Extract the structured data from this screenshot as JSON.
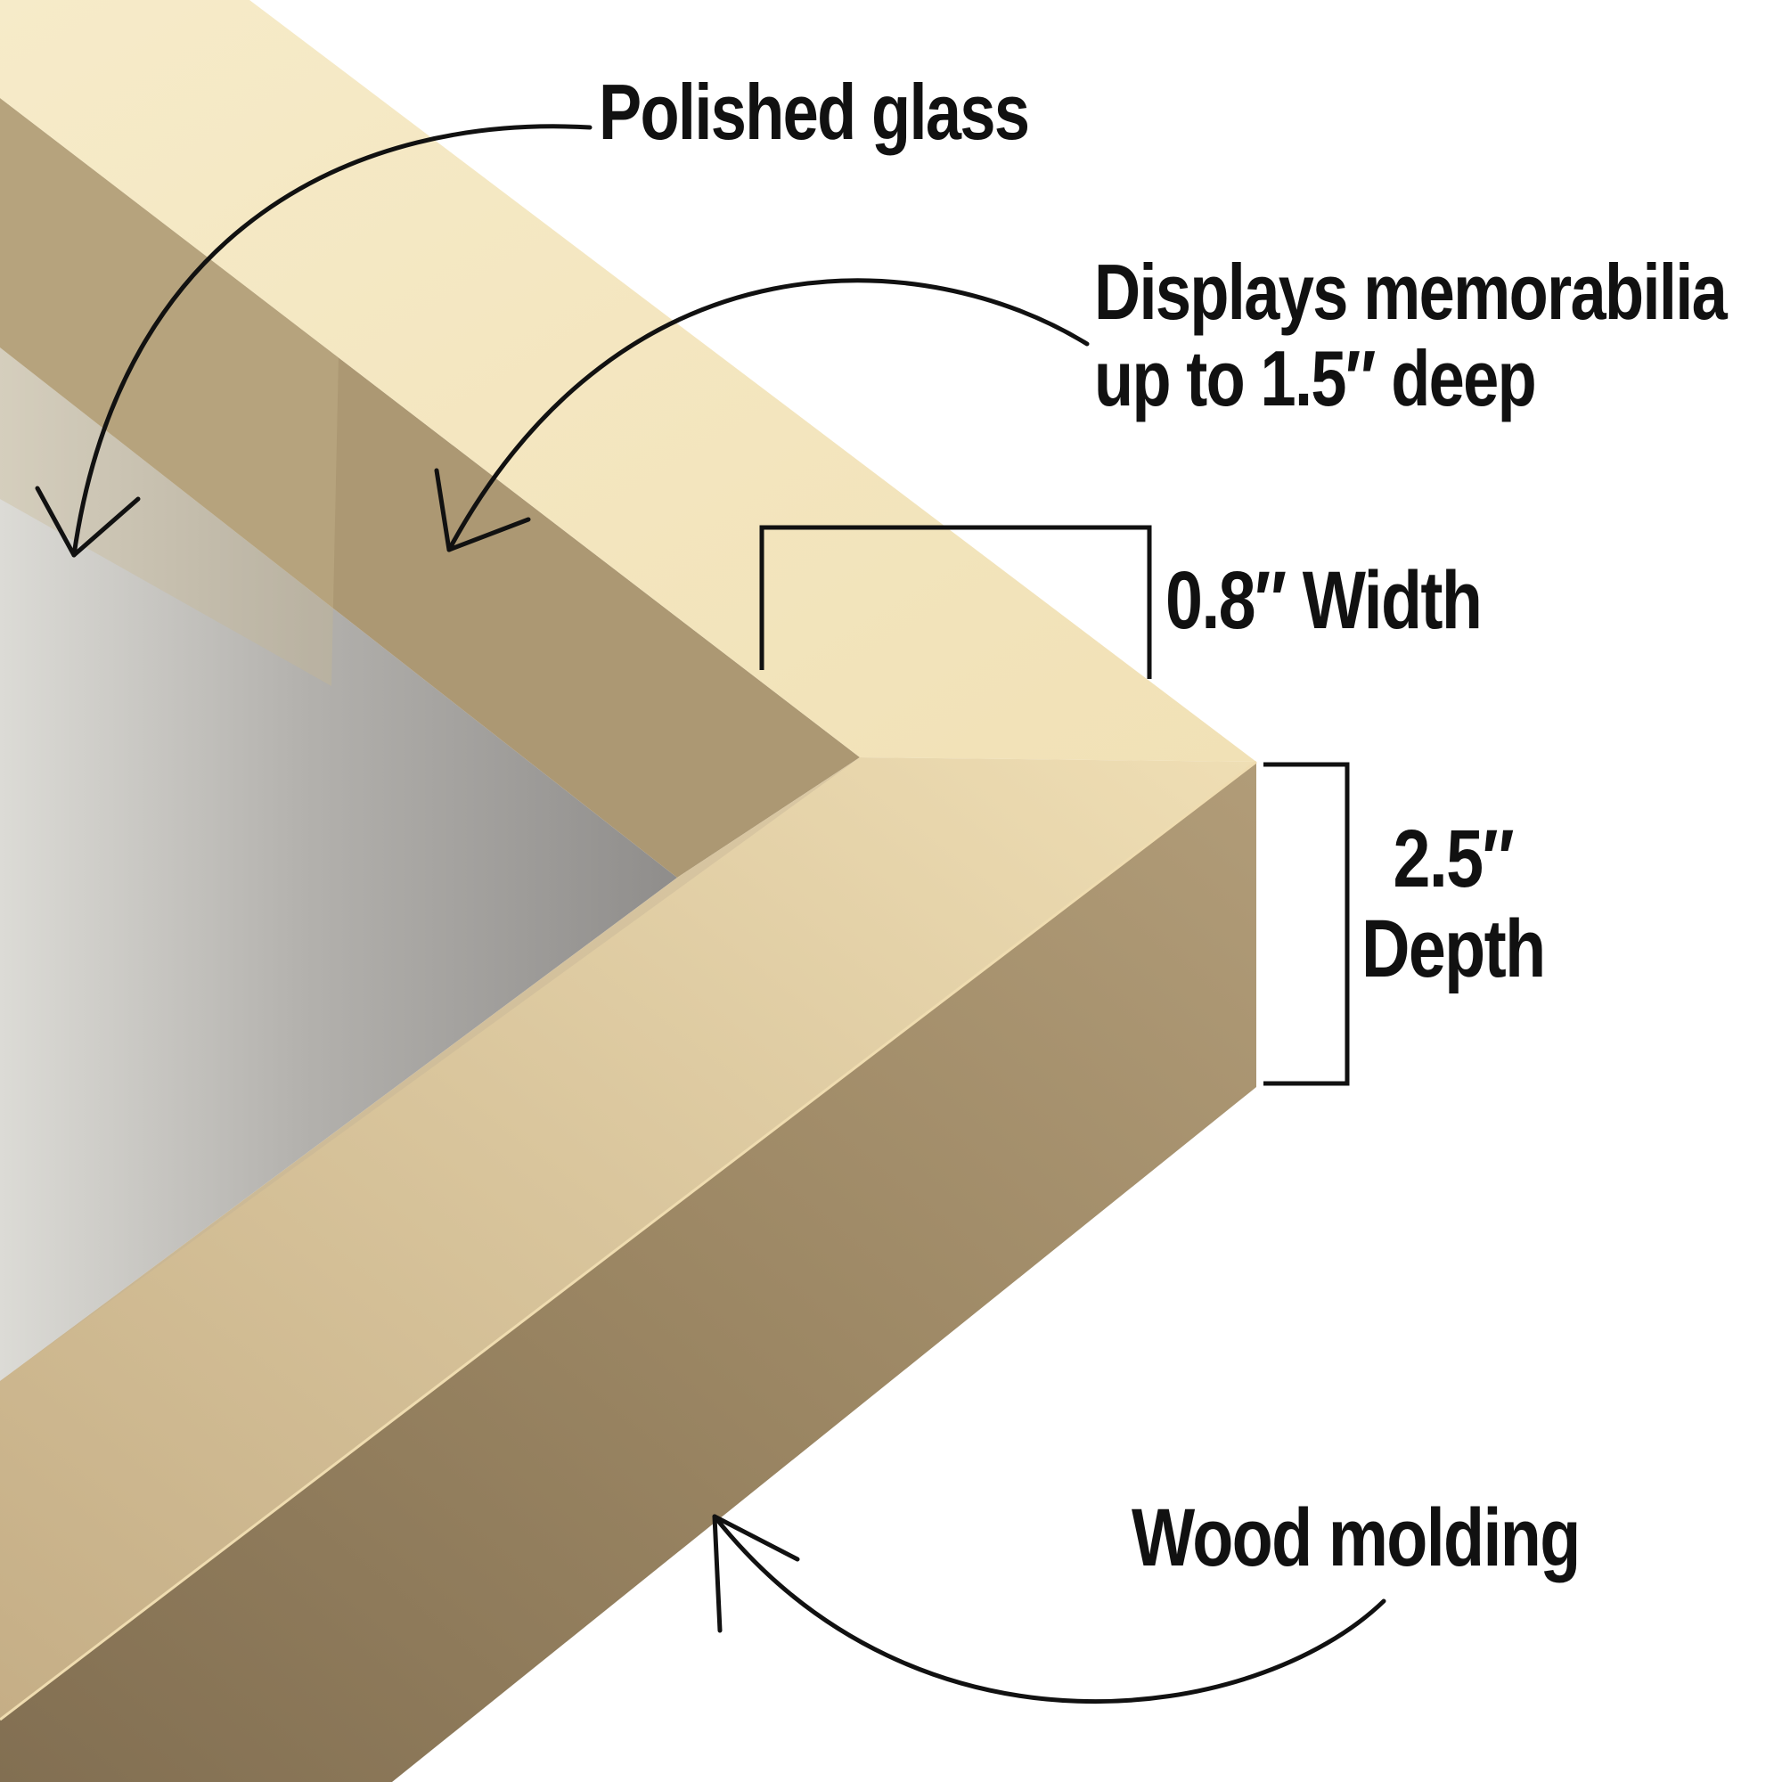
{
  "labels": {
    "polished_glass": "Polished glass",
    "display_line1": "Displays memorabilia",
    "display_line2": "up to 1.5″ deep",
    "width": "0.8″ Width",
    "depth_value": "2.5″",
    "depth_word": "Depth",
    "wood_molding": "Wood molding"
  },
  "colors": {
    "frame_top_face": "#f3e4bb",
    "frame_inner_face": "#bfa97f",
    "frame_side_face": "#9c8764",
    "backing_board": "#a9a7a3",
    "annotation": "#111111"
  },
  "icons": [
    "curved-arrow-icon",
    "width-bracket-icon",
    "depth-bracket-icon"
  ]
}
